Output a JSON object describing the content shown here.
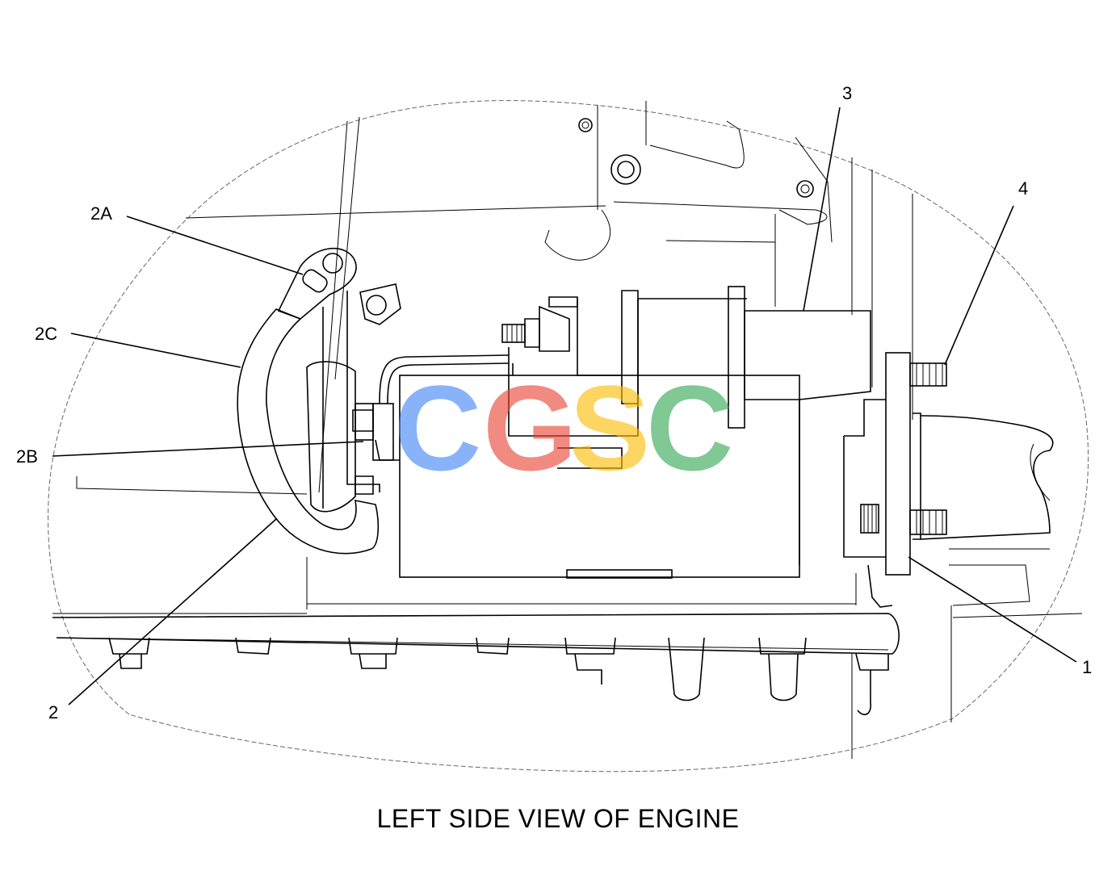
{
  "caption": "LEFT SIDE VIEW OF ENGINE",
  "callouts": [
    {
      "id": "1",
      "label": "1"
    },
    {
      "id": "2",
      "label": "2"
    },
    {
      "id": "2A",
      "label": "2A"
    },
    {
      "id": "2B",
      "label": "2B"
    },
    {
      "id": "2C",
      "label": "2C"
    },
    {
      "id": "3",
      "label": "3"
    },
    {
      "id": "4",
      "label": "4"
    }
  ],
  "watermark": {
    "letters": [
      "C",
      "G",
      "S",
      "C"
    ],
    "colors": [
      "#4285f4",
      "#ea4335",
      "#fbbc05",
      "#34a853"
    ]
  }
}
